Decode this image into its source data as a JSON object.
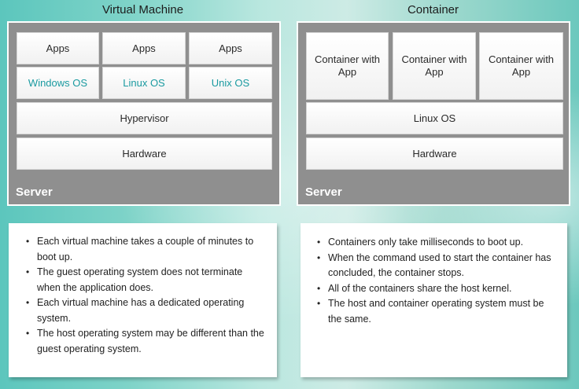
{
  "vm": {
    "title": "Virtual Machine",
    "apps": [
      "Apps",
      "Apps",
      "Apps"
    ],
    "os": [
      "Windows OS",
      "Linux OS",
      "Unix OS"
    ],
    "hypervisor": "Hypervisor",
    "hardware": "Hardware",
    "server_label": "Server",
    "bullets": [
      "Each virtual machine takes a couple of minutes to boot up.",
      "The guest operating system does not terminate when the application does.",
      "Each virtual machine has a dedicated operating system.",
      "The host operating system may be different than the guest operating system."
    ]
  },
  "container": {
    "title": "Container",
    "apps": [
      "Container with App",
      "Container with App",
      "Container with App"
    ],
    "os": "Linux OS",
    "hardware": "Hardware",
    "server_label": "Server",
    "bullets": [
      "Containers only take milliseconds to boot up.",
      "When the command used to start the container has concluded, the container stops.",
      "All of the containers share the host kernel.",
      "The host and container operating system must be the same."
    ]
  },
  "colors": {
    "os_text": "#1a9aa0",
    "server_bg": "#8f8f8f"
  }
}
